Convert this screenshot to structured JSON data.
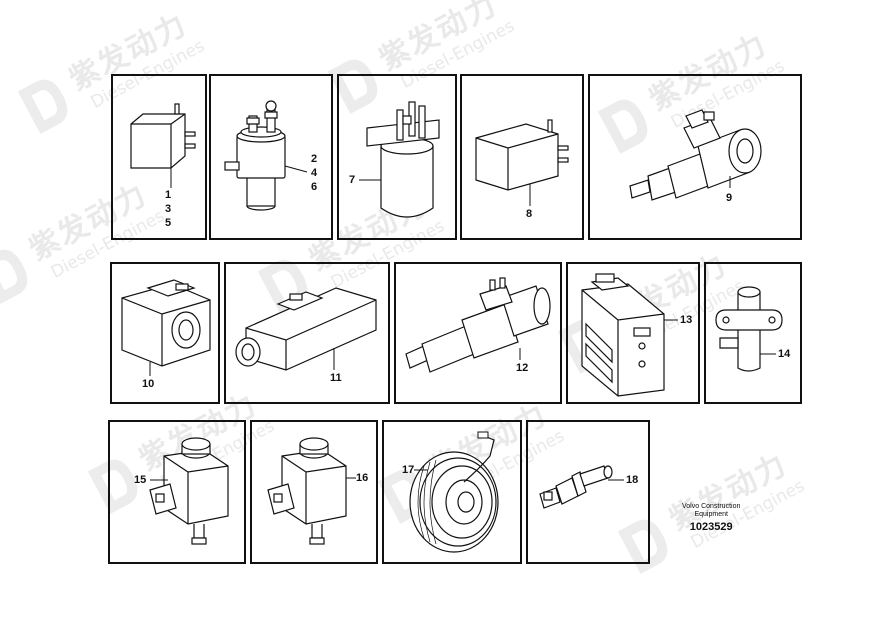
{
  "watermark": {
    "cn": "紫发动力",
    "en": "Diesel-Engines"
  },
  "callouts": {
    "p1": [
      "1",
      "3",
      "5"
    ],
    "p2": [
      "2",
      "4",
      "6"
    ],
    "p3": "7",
    "p4": "8",
    "p5": "9",
    "p6": "10",
    "p7": "11",
    "p8": "12",
    "p9": "13",
    "p10": "14",
    "p11": "15",
    "p12": "16",
    "p13": "17",
    "p14": "18"
  },
  "footer": {
    "maker_line1": "Volvo Construction",
    "maker_line2": "Equipment",
    "drawing_number": "1023529"
  },
  "colors": {
    "line": "#111111",
    "watermark": "#e9e9e9"
  }
}
